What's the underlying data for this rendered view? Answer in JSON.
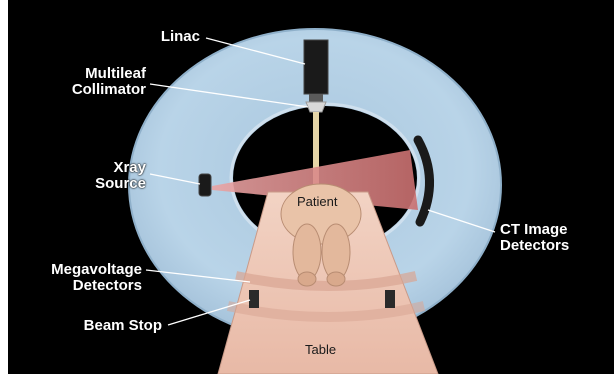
{
  "labels": {
    "linac": "Linac",
    "mlc": "Multileaf\nCollimator",
    "xray": "Xray\nSource",
    "ct": "CT Image\nDetectors",
    "mv": "Megavoltage\nDetectors",
    "beamstop": "Beam Stop",
    "patient": "Patient",
    "table": "Table"
  },
  "colors": {
    "background": "#000000",
    "gantry": "#b7d2e6",
    "bore": "#000000",
    "table": "#efc7b8",
    "beam": "#d98585"
  }
}
